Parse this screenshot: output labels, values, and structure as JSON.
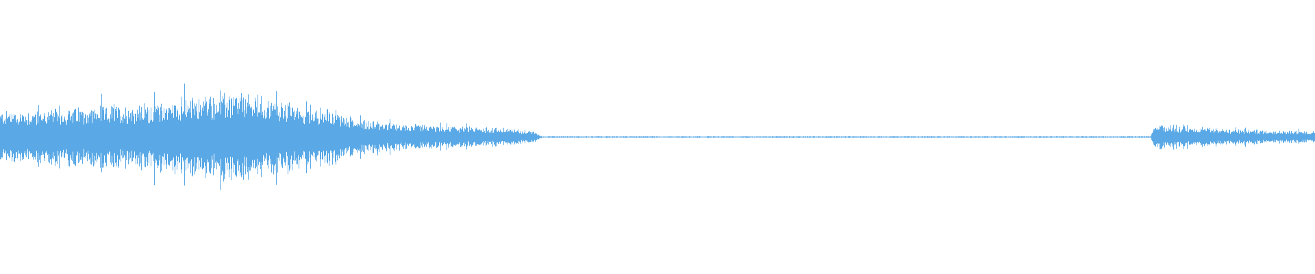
{
  "waveform": {
    "color": "#5aa9e6",
    "background": "#ffffff",
    "baseline_visible": true,
    "amplitude_envelope": [
      {
        "t": 0.0,
        "amp": 0.2
      },
      {
        "t": 0.04,
        "amp": 0.22
      },
      {
        "t": 0.08,
        "amp": 0.24
      },
      {
        "t": 0.11,
        "amp": 0.26
      },
      {
        "t": 0.14,
        "amp": 0.3
      },
      {
        "t": 0.16,
        "amp": 0.32
      },
      {
        "t": 0.185,
        "amp": 0.34
      },
      {
        "t": 0.205,
        "amp": 0.3
      },
      {
        "t": 0.23,
        "amp": 0.24
      },
      {
        "t": 0.25,
        "amp": 0.22
      },
      {
        "t": 0.265,
        "amp": 0.16
      },
      {
        "t": 0.29,
        "amp": 0.11
      },
      {
        "t": 0.33,
        "amp": 0.09
      },
      {
        "t": 0.38,
        "amp": 0.07
      },
      {
        "t": 0.405,
        "amp": 0.05
      },
      {
        "t": 0.413,
        "amp": 0.0
      },
      {
        "t": 0.875,
        "amp": 0.0
      },
      {
        "t": 0.878,
        "amp": 0.1
      },
      {
        "t": 0.9,
        "amp": 0.08
      },
      {
        "t": 0.94,
        "amp": 0.06
      },
      {
        "t": 1.0,
        "amp": 0.045
      }
    ],
    "noise_floor": 0.004,
    "silence_segment": {
      "start": 0.413,
      "end": 0.875
    }
  }
}
